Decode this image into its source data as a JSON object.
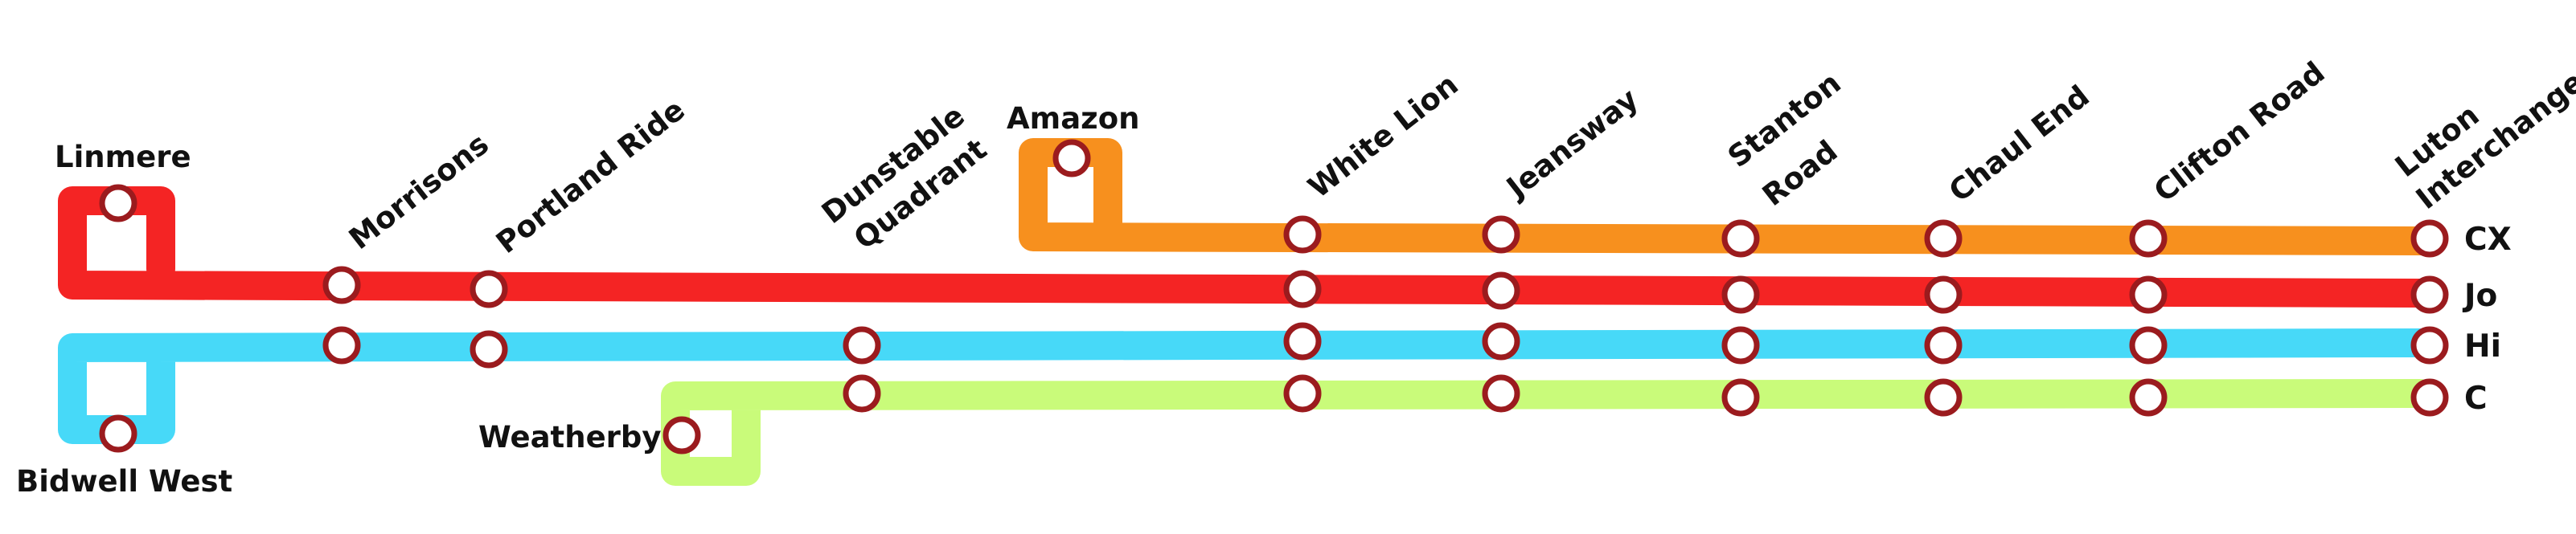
{
  "colors": {
    "orange": "#f7901e",
    "red": "#f42424",
    "cyan": "#47d9f8",
    "lime": "#c9fb7a",
    "stop_ring": "#9b1b1e"
  },
  "lines": [
    {
      "code": "CX",
      "color": "#f7901e"
    },
    {
      "code": "Jo",
      "color": "#f42424"
    },
    {
      "code": "Hi",
      "color": "#47d9f8"
    },
    {
      "code": "C",
      "color": "#c9fb7a"
    }
  ],
  "stations": {
    "linmere": "Linmere",
    "bidwell_west": "Bidwell West",
    "morrisons": "Morrisons",
    "portland_ride": "Portland Ride",
    "dunstable_quadrant_1": "Dunstable",
    "dunstable_quadrant_2": "Quadrant",
    "weatherby": "Weatherby",
    "amazon": "Amazon",
    "white_lion": "White Lion",
    "jeansway": "Jeansway",
    "stanton_road_1": "Stanton",
    "stanton_road_2": "Road",
    "chaul_end": "Chaul End",
    "clifton_road": "Clifton Road",
    "luton_interchange_1": "Luton",
    "luton_interchange_2": "Interchange"
  }
}
